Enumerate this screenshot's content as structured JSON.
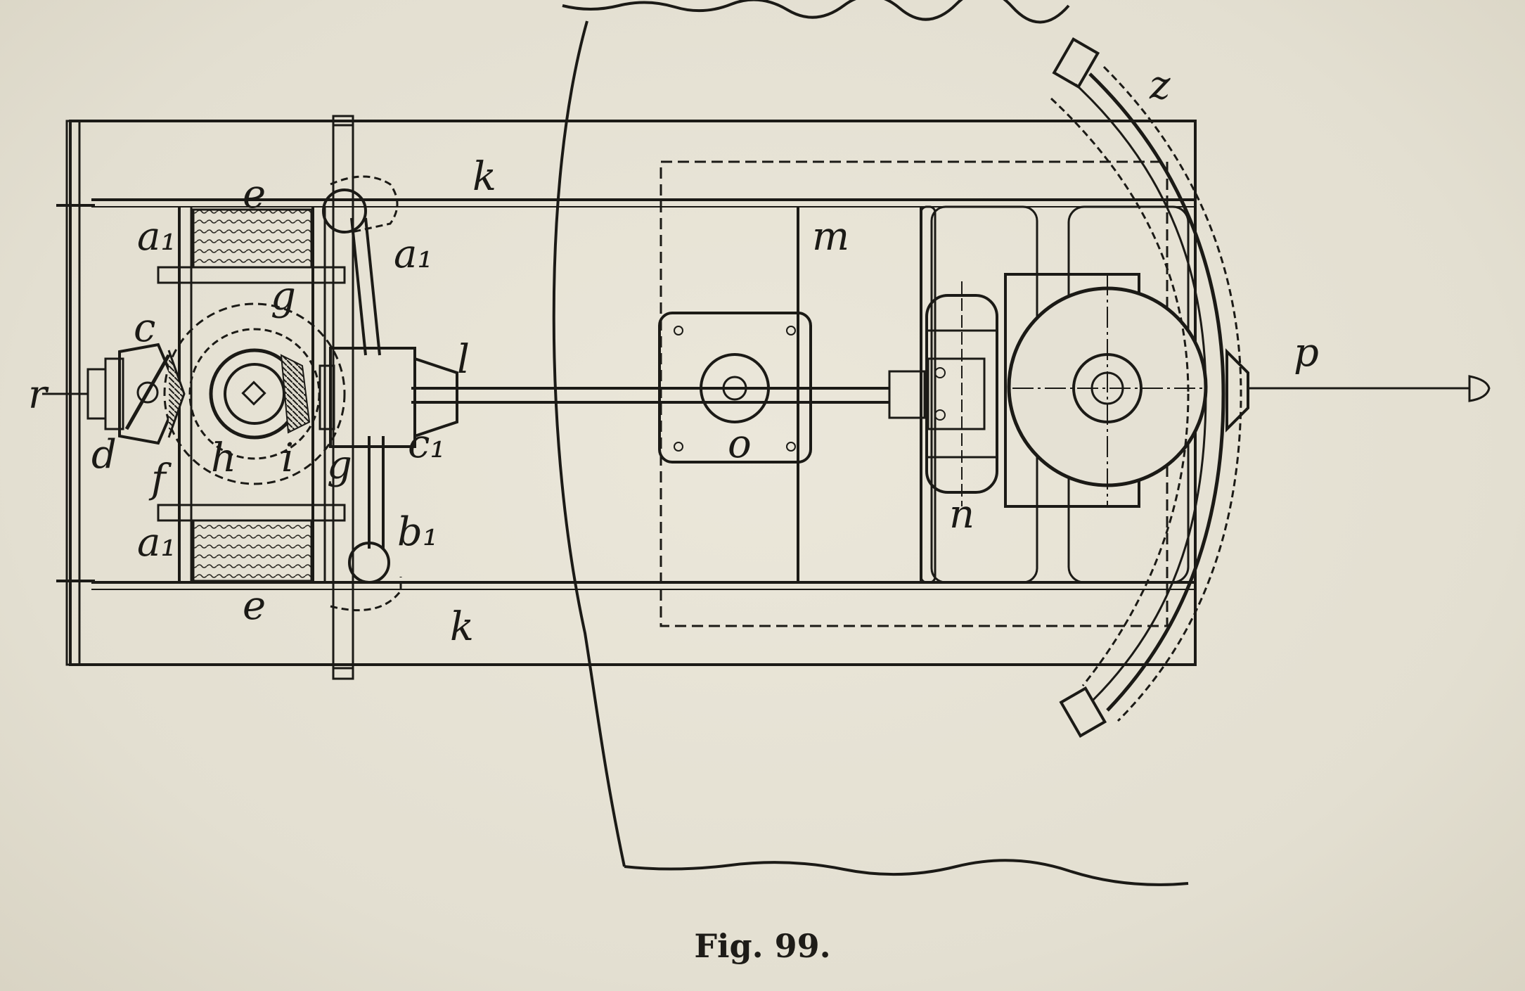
{
  "figure": {
    "caption": "Fig. 99.",
    "labels": {
      "z": "z",
      "k_top": "k",
      "k_bottom": "k",
      "e_top": "e",
      "e_bottom": "e",
      "a1_right": "a₁",
      "a1_left_top": "a₁",
      "a1_left_bottom": "a₁",
      "m": "m",
      "g_top": "g",
      "g_bottom": "g",
      "c": "c",
      "c1": "c₁",
      "l": "l",
      "p": "p",
      "r": "r",
      "o": "o",
      "d": "d",
      "f": "f",
      "h": "h",
      "i": "i",
      "b1": "b₁",
      "n": "n"
    }
  },
  "colors": {
    "paper": "#e7e3d6",
    "ink": "#1b1a16"
  }
}
